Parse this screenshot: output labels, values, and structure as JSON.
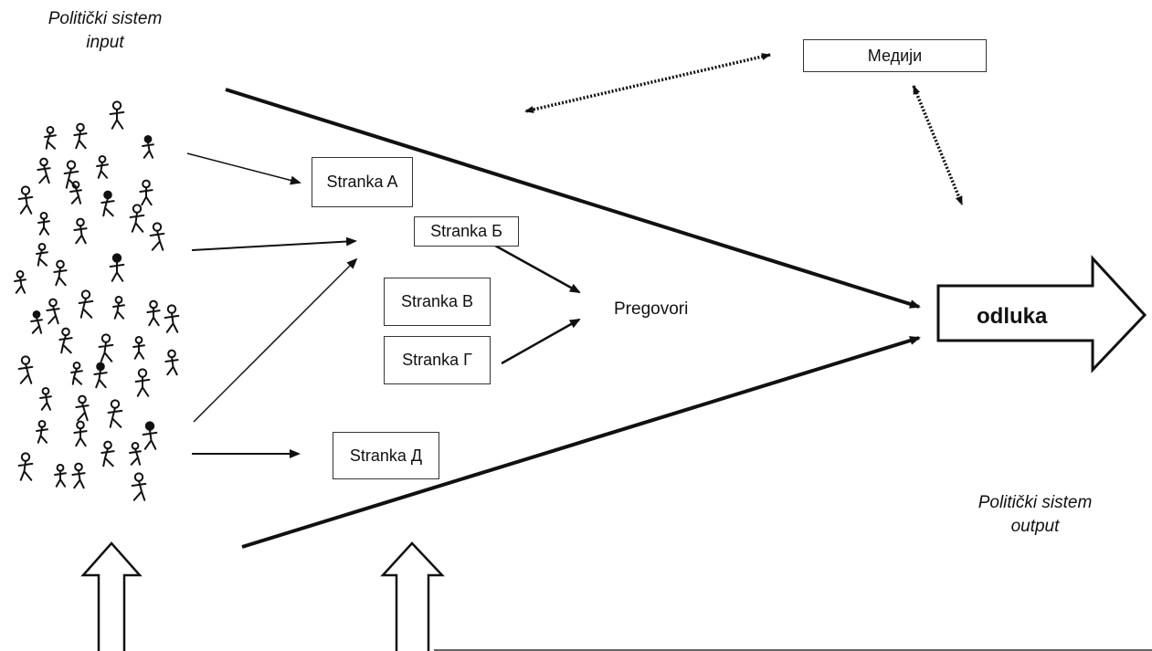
{
  "input_label": {
    "line1": "Politički sistem",
    "line2": "input"
  },
  "output_label": {
    "line1": "Politički sistem",
    "line2": "output"
  },
  "media_box": "Медији",
  "parties": {
    "a": "Stranka A",
    "b": "Stranka Б",
    "v": "Stranka B",
    "g": "Stranka Г",
    "d": "Stranka Д"
  },
  "negotiations": "Pregovori",
  "decision": "odluka",
  "colors": {
    "line": "#111111",
    "box_border": "#333333",
    "background": "#ffffff"
  },
  "icons": {
    "crowd": "stick-figure-crowd-icon",
    "input_arrows": "hollow-up-arrow-icon",
    "decision_arrow": "hollow-right-arrow-icon"
  }
}
